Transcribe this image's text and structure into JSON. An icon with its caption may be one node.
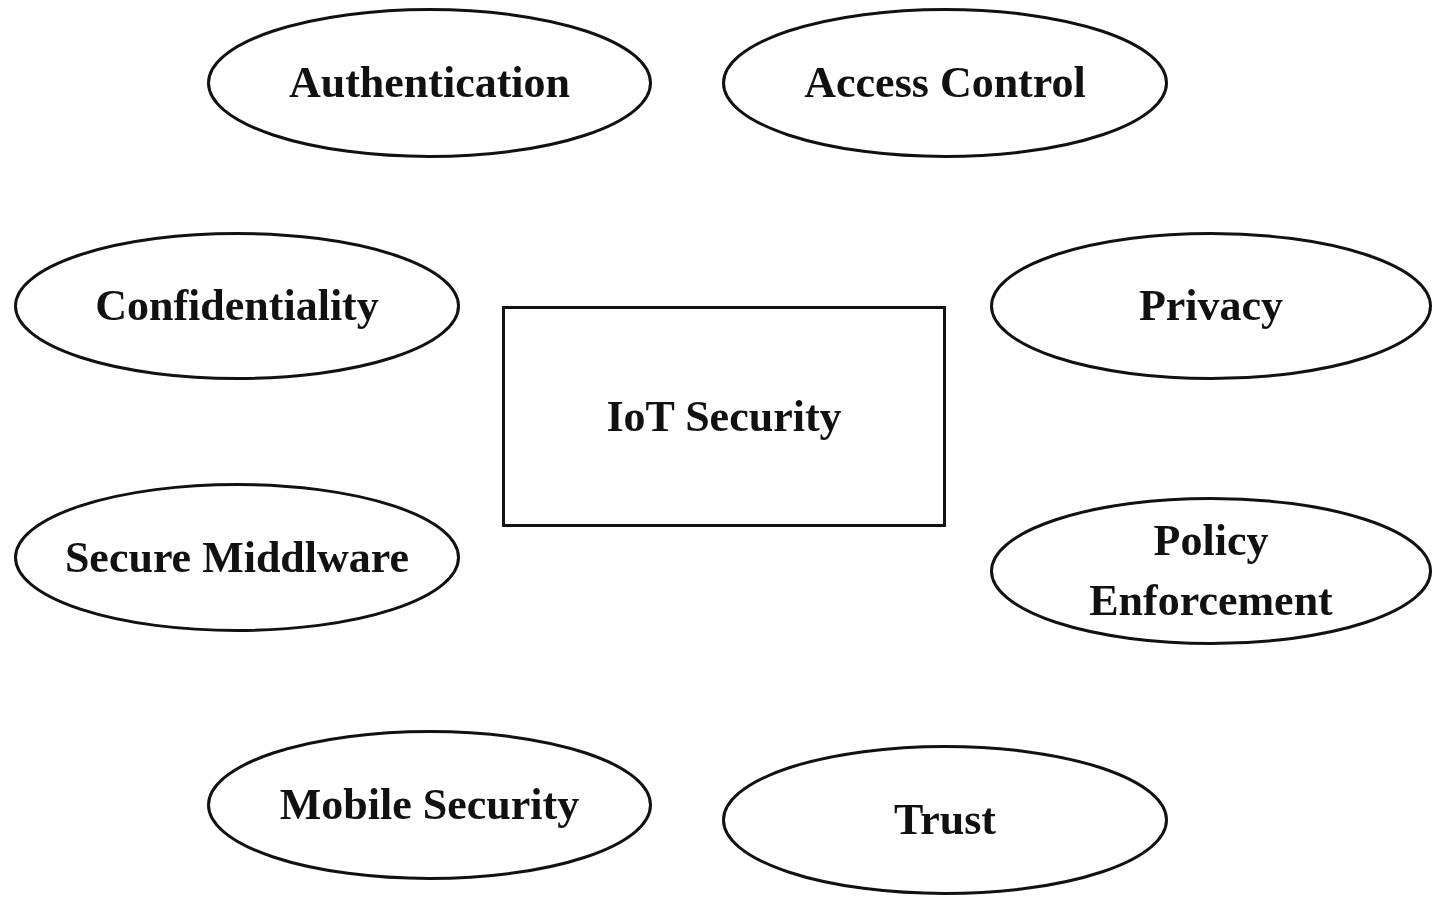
{
  "diagram": {
    "nodes": [
      {
        "text": [
          "Authentication"
        ]
      },
      {
        "text": [
          "Access Control"
        ]
      },
      {
        "text": [
          "Confidentiality"
        ]
      },
      {
        "text": [
          "Privacy"
        ]
      },
      {
        "text": [
          "IoT Security"
        ]
      },
      {
        "text": [
          "Secure Middlware"
        ]
      },
      {
        "text": [
          "Policy Enforcement"
        ]
      },
      {
        "text": [
          "Mobile Security"
        ]
      },
      {
        "text": [
          "Trust"
        ]
      }
    ]
  }
}
